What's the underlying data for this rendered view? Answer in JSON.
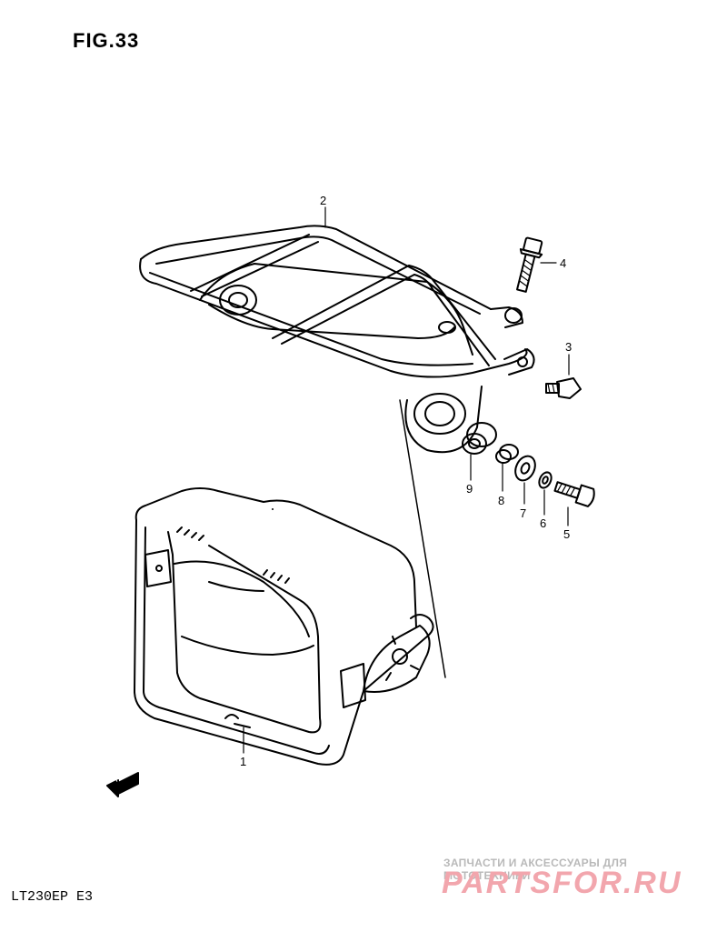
{
  "figure": {
    "title": "FIG.33"
  },
  "model": "LT230EP  E3",
  "fwd_label": "FWD",
  "callouts": [
    {
      "id": "1",
      "label": "1"
    },
    {
      "id": "2",
      "label": "2"
    },
    {
      "id": "3",
      "label": "3"
    },
    {
      "id": "4",
      "label": "4"
    },
    {
      "id": "5",
      "label": "5"
    },
    {
      "id": "6",
      "label": "6"
    },
    {
      "id": "7",
      "label": "7"
    },
    {
      "id": "8",
      "label": "8"
    },
    {
      "id": "9",
      "label": "9"
    }
  ],
  "watermark": {
    "tagline": "ЗАПЧАСТИ И АКСЕССУАРЫ ДЛЯ МОТОТЕХНИКИ",
    "logo": "PARTSFOR.RU"
  }
}
